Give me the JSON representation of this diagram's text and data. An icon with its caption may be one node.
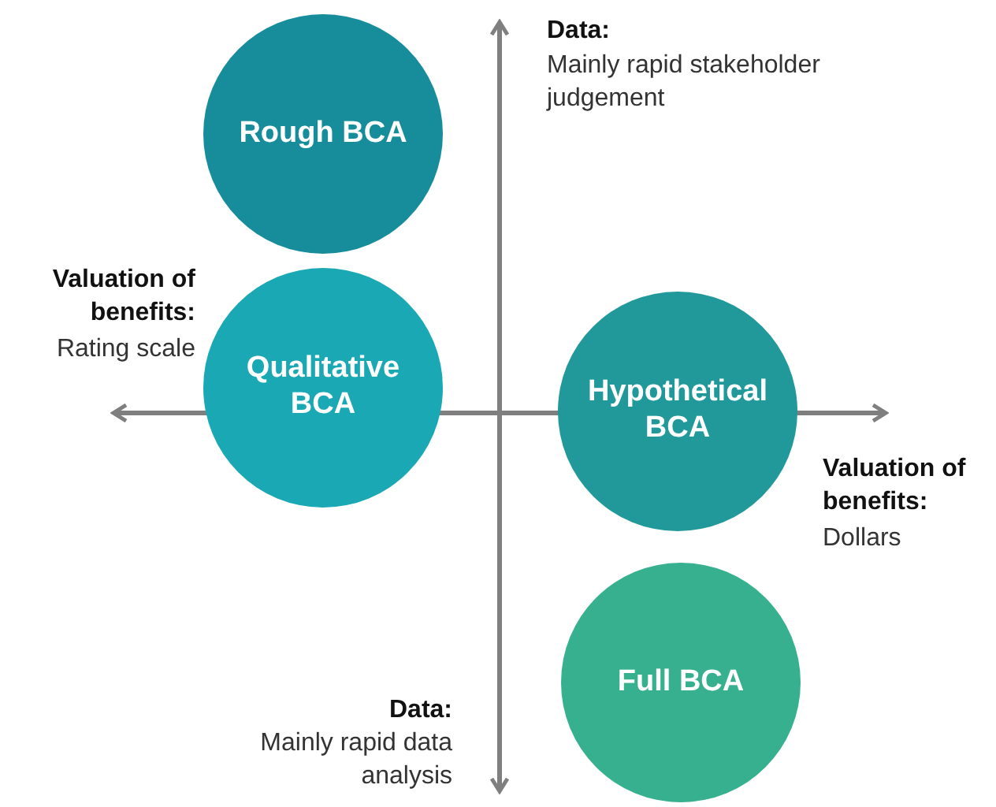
{
  "diagram": {
    "nodes": [
      {
        "text": [
          "Rough BCA"
        ]
      },
      {
        "text": [
          "Qualitative BCA"
        ]
      },
      {
        "text": [
          "Hypothetical BCA"
        ]
      },
      {
        "text": [
          "Full BCA"
        ]
      }
    ],
    "labels": [
      "Data:",
      "Mainly rapid stakeholder judgement",
      "Valuation of benefits:",
      "Rating scale",
      "Valuation of benefits:",
      "Dollars",
      "Data:",
      "Mainly rapid data analysis"
    ]
  }
}
